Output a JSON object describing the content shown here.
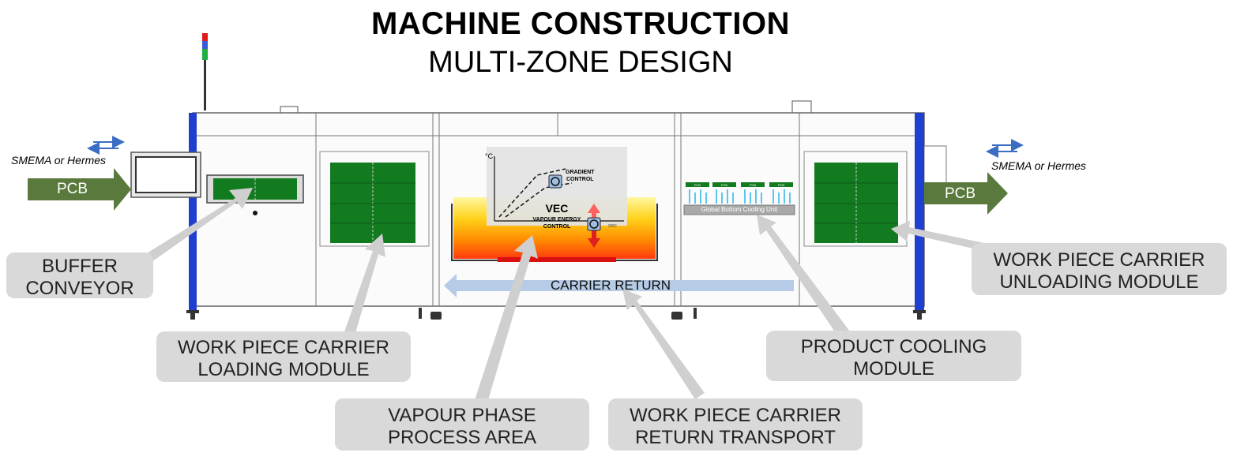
{
  "title": "MACHINE CONSTRUCTION",
  "subtitle": "MULTI-ZONE DESIGN",
  "smema_left": "SMEMA or Hermes",
  "smema_right": "SMEMA or Hermes",
  "pcb_in": "PCB",
  "pcb_out": "PCB",
  "graph": {
    "y_unit": "°C",
    "x_unit": "sec",
    "gradient_line1": "GRADIENT",
    "gradient_line2": "CONTROL",
    "vec": "VEC",
    "vec_line1": "VAPOUR ENERGY",
    "vec_line2": "CONTROL"
  },
  "cooling_unit_label": "Global Bottom Cooling Unit",
  "pcb_mini_labels": [
    "PCB",
    "PCB",
    "PCB",
    "PCB"
  ],
  "carrier_return": "CARRIER RETURN",
  "callouts": {
    "buffer_conveyor": [
      "BUFFER",
      "CONVEYOR"
    ],
    "loading_module": [
      "WORK PIECE CARRIER",
      "LOADING MODULE"
    ],
    "vapour_phase": [
      "VAPOUR PHASE",
      "PROCESS AREA"
    ],
    "return_transport": [
      "WORK PIECE CARRIER",
      "RETURN TRANSPORT"
    ],
    "cooling_module": [
      "PRODUCT COOLING",
      "MODULE"
    ],
    "unloading_module": [
      "WORK PIECE CARRIER",
      "UNLOADING MODULE"
    ]
  },
  "colors": {
    "frame_blue": "#1f3fd0",
    "pcb_green": "#5a7a3d",
    "module_green": "#127a1f",
    "callout_grey": "#d9d9d9",
    "return_arrow": "#b6cbe6",
    "cooling_cyan": "#5cc6ec"
  }
}
